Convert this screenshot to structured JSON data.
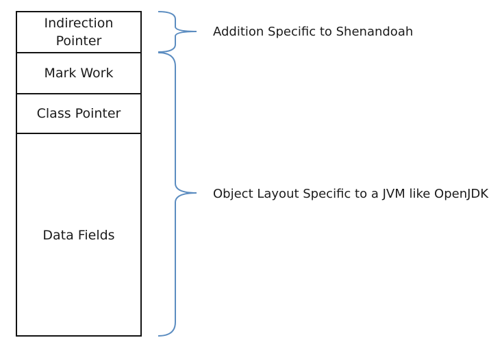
{
  "layout_blocks": [
    {
      "id": "indirection",
      "lines": [
        "Indirection",
        "Pointer"
      ]
    },
    {
      "id": "mark",
      "lines": [
        "Mark Work"
      ]
    },
    {
      "id": "class",
      "lines": [
        "Class Pointer"
      ]
    },
    {
      "id": "data",
      "lines": [
        "Data Fields"
      ]
    }
  ],
  "annotations": {
    "shenandoah": "Addition Specific to Shenandoah",
    "jvm": "Object Layout Specific to a JVM like OpenJDK"
  },
  "colors": {
    "border": "#111111",
    "brace": "#5b8cc0",
    "text": "#1a1a1a"
  }
}
